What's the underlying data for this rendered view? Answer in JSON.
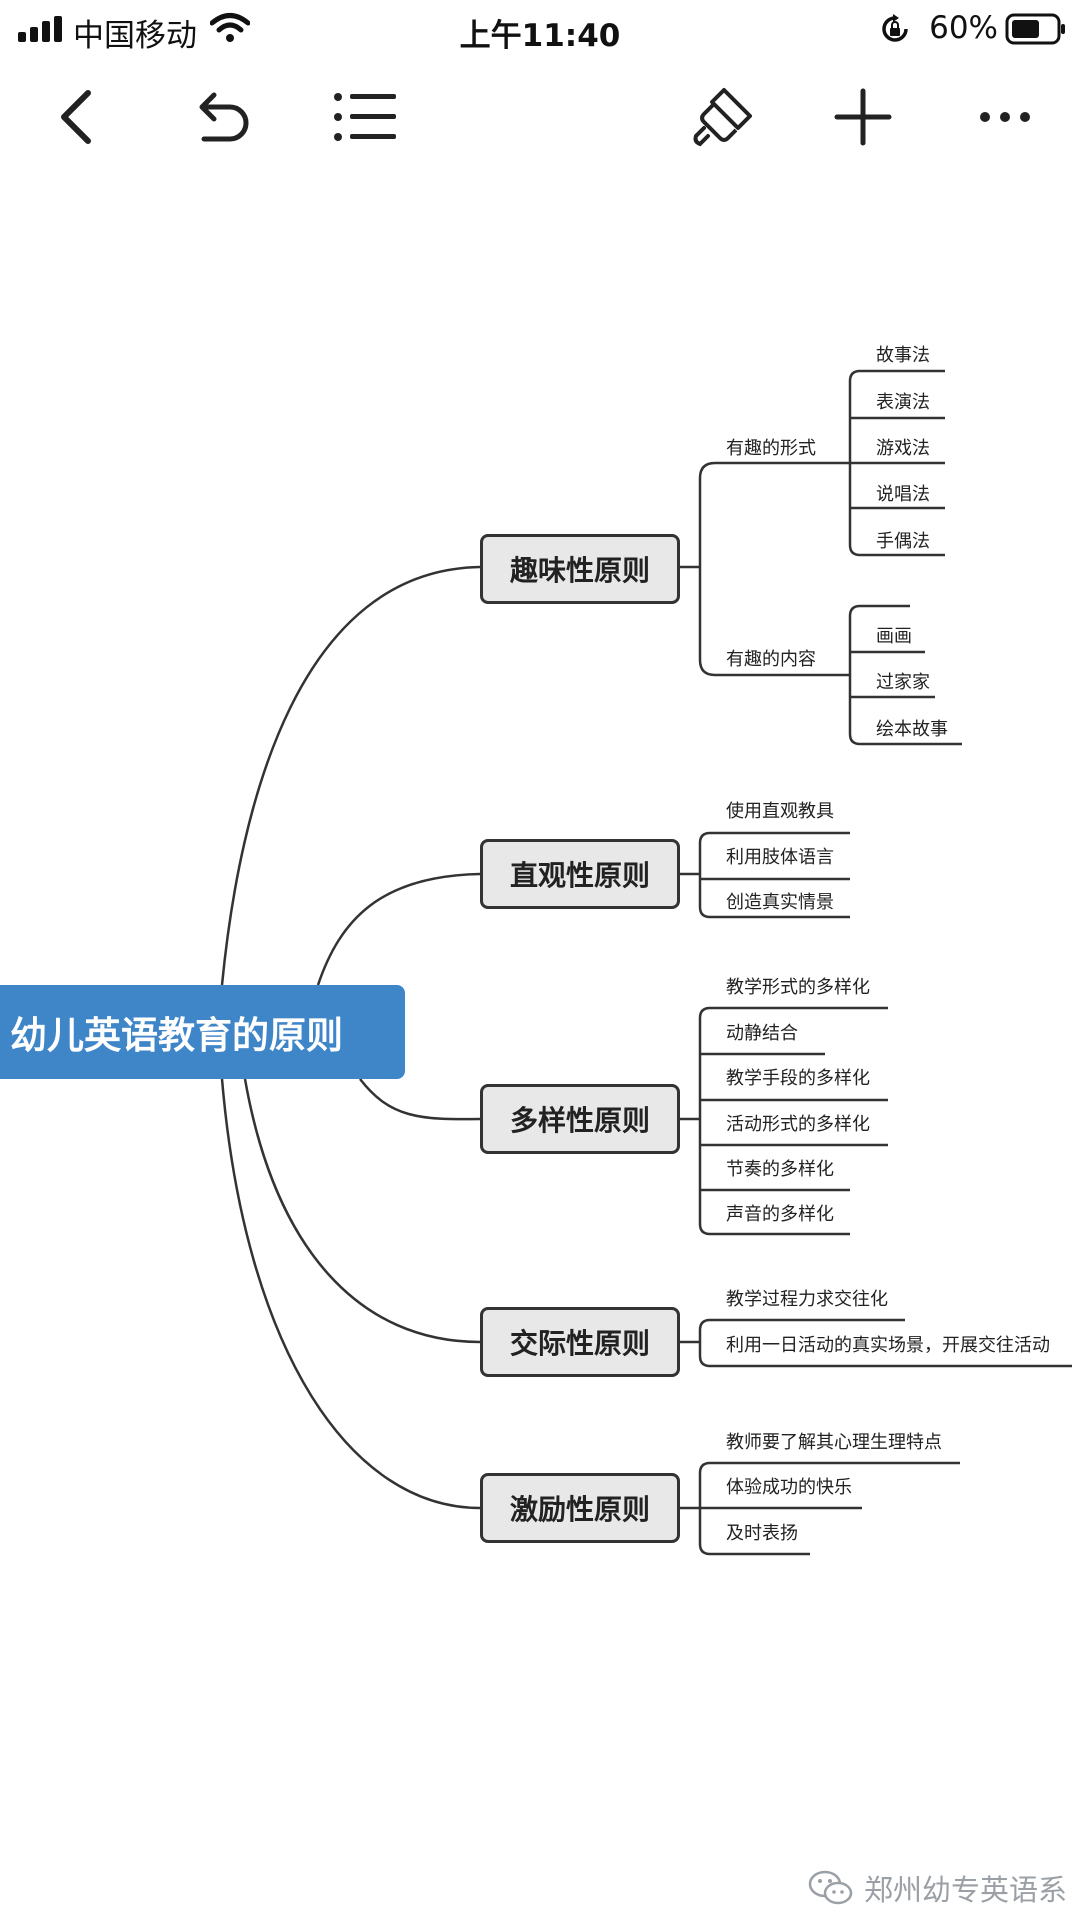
{
  "status_bar": {
    "carrier": "中国移动",
    "time": "上午11:40",
    "battery_percent": "60%",
    "icons": [
      "signal-icon",
      "wifi-icon",
      "rotation-lock-icon",
      "battery-icon"
    ]
  },
  "toolbar": {
    "icons": [
      "back-icon",
      "undo-icon",
      "outline-icon",
      "format-brush-icon",
      "add-icon",
      "more-icon"
    ]
  },
  "mindmap": {
    "root": "幼儿英语教育的原则",
    "colors": {
      "root_fill": "#3f86c8",
      "node_fill": "#e8e8e8",
      "line": "#333333"
    },
    "branches": [
      {
        "label": "趣味性原则",
        "subgroups": [
          {
            "label": "有趣的形式",
            "items": [
              "故事法",
              "表演法",
              "游戏法",
              "说唱法",
              "手偶法"
            ]
          },
          {
            "label": "有趣的内容",
            "items": [
              "画画",
              "过家家",
              "绘本故事"
            ]
          }
        ]
      },
      {
        "label": "直观性原则",
        "items": [
          "使用直观教具",
          "利用肢体语言",
          "创造真实情景"
        ]
      },
      {
        "label": "多样性原则",
        "items": [
          "教学形式的多样化",
          "动静结合",
          "教学手段的多样化",
          "活动形式的多样化",
          "节奏的多样化",
          "声音的多样化"
        ]
      },
      {
        "label": "交际性原则",
        "items": [
          "教学过程力求交往化",
          "利用一日活动的真实场景，开展交往活动"
        ]
      },
      {
        "label": "激励性原则",
        "items": [
          "教师要了解其心理生理特点",
          "体验成功的快乐",
          "及时表扬"
        ]
      }
    ]
  },
  "watermark": {
    "text": "郑州幼专英语系",
    "icon": "wechat-icon"
  }
}
